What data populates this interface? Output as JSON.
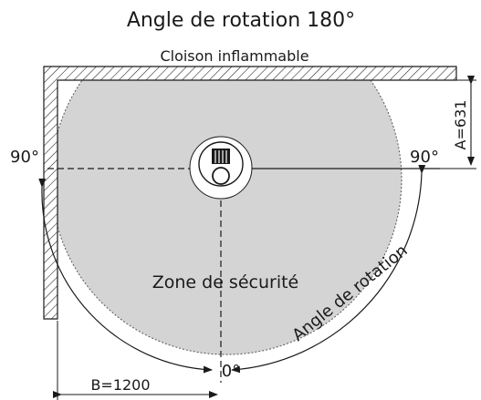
{
  "title": "Angle de rotation 180°",
  "wall_label": "Cloison inflammable",
  "zone_label": "Zone de sécurité",
  "rotation_label": "Angle de rotation",
  "angle_left": "90°",
  "angle_right": "90°",
  "angle_bottom": "0°",
  "dim_a": "A=631",
  "dim_b": "B=1200",
  "colors": {
    "zone_fill": "#d4d4d4",
    "line": "#1a1a1a",
    "background": "#ffffff"
  }
}
